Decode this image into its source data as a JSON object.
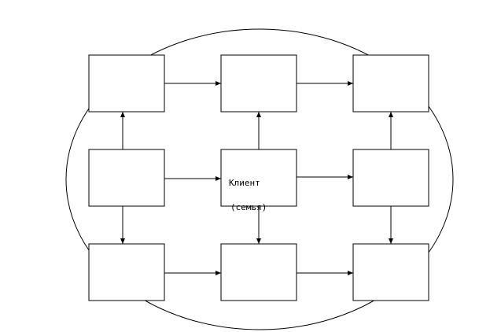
{
  "diagram": {
    "boxes": [
      {
        "id": "tl",
        "lines": []
      },
      {
        "id": "tc",
        "lines": []
      },
      {
        "id": "tr",
        "lines": []
      },
      {
        "id": "ml",
        "lines": []
      },
      {
        "id": "mc",
        "lines": [
          "Клиент",
          "(семья)"
        ]
      },
      {
        "id": "mr",
        "lines": []
      },
      {
        "id": "bl",
        "lines": []
      },
      {
        "id": "bc",
        "lines": []
      },
      {
        "id": "br",
        "lines": []
      }
    ],
    "edges": [
      {
        "from": "tl",
        "to": "tc"
      },
      {
        "from": "tc",
        "to": "tr"
      },
      {
        "from": "ml",
        "to": "mc"
      },
      {
        "from": "mc",
        "to": "mr"
      },
      {
        "from": "bl",
        "to": "bc"
      },
      {
        "from": "bc",
        "to": "br"
      },
      {
        "from": "ml",
        "to": "tl"
      },
      {
        "from": "ml",
        "to": "bl"
      },
      {
        "from": "mc",
        "to": "tc"
      },
      {
        "from": "mc",
        "to": "bc"
      },
      {
        "from": "mr",
        "to": "tr"
      },
      {
        "from": "mr",
        "to": "br"
      }
    ]
  }
}
